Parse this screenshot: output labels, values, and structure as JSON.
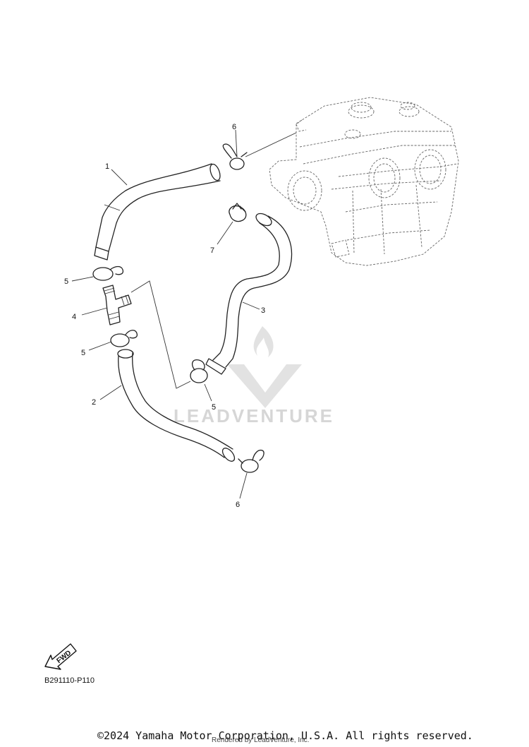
{
  "callouts": [
    {
      "id": "1",
      "label": "1"
    },
    {
      "id": "2",
      "label": "2"
    },
    {
      "id": "3",
      "label": "3"
    },
    {
      "id": "4",
      "label": "4"
    },
    {
      "id": "5a",
      "label": "5"
    },
    {
      "id": "5b",
      "label": "5"
    },
    {
      "id": "5c",
      "label": "5"
    },
    {
      "id": "6a",
      "label": "6"
    },
    {
      "id": "6b",
      "label": "6"
    },
    {
      "id": "7",
      "label": "7"
    }
  ],
  "watermark": {
    "text": "LEADVENTURE"
  },
  "fwd": {
    "label": "FWD"
  },
  "diagram_code": "B291110-P110",
  "footer": {
    "copyright": "©2024 Yamaha Motor Corporation, U.S.A. All rights reserved.",
    "rendered_by": "Rendered by LeadVenture, Inc."
  }
}
